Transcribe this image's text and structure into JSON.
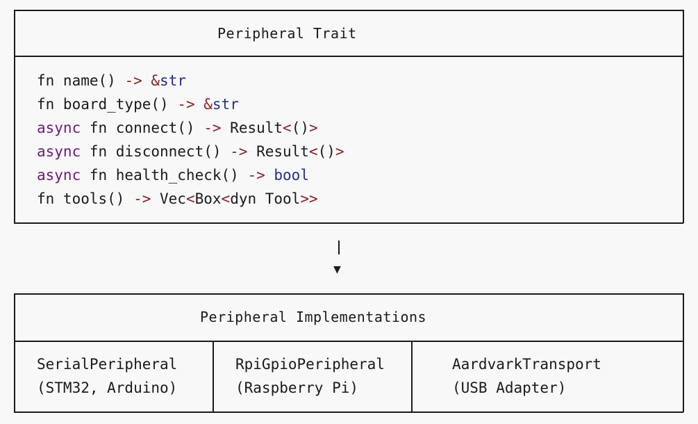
{
  "trait_box": {
    "title": "Peripheral Trait",
    "methods": [
      {
        "parts": [
          {
            "t": "fn name() "
          },
          {
            "t": "->",
            "c": "op"
          },
          {
            "t": " "
          },
          {
            "t": "&",
            "c": "op"
          },
          {
            "t": "str",
            "c": "ty"
          }
        ]
      },
      {
        "parts": [
          {
            "t": "fn board_type() "
          },
          {
            "t": "->",
            "c": "op"
          },
          {
            "t": " "
          },
          {
            "t": "&",
            "c": "op"
          },
          {
            "t": "str",
            "c": "ty"
          }
        ]
      },
      {
        "parts": [
          {
            "t": "async",
            "c": "kw"
          },
          {
            "t": " fn connect() "
          },
          {
            "t": "->",
            "c": "op"
          },
          {
            "t": " Result"
          },
          {
            "t": "<",
            "c": "op"
          },
          {
            "t": "()"
          },
          {
            "t": ">",
            "c": "op"
          }
        ]
      },
      {
        "parts": [
          {
            "t": "async",
            "c": "kw"
          },
          {
            "t": " fn disconnect() "
          },
          {
            "t": "->",
            "c": "op"
          },
          {
            "t": " Result"
          },
          {
            "t": "<",
            "c": "op"
          },
          {
            "t": "()"
          },
          {
            "t": ">",
            "c": "op"
          }
        ]
      },
      {
        "parts": [
          {
            "t": "async",
            "c": "kw"
          },
          {
            "t": " fn health_check() "
          },
          {
            "t": "->",
            "c": "op"
          },
          {
            "t": " "
          },
          {
            "t": "bool",
            "c": "ty"
          }
        ]
      },
      {
        "parts": [
          {
            "t": "fn tools() "
          },
          {
            "t": "->",
            "c": "op"
          },
          {
            "t": " Vec"
          },
          {
            "t": "<",
            "c": "op"
          },
          {
            "t": "Box"
          },
          {
            "t": "<",
            "c": "op"
          },
          {
            "t": "dyn Tool"
          },
          {
            "t": ">>",
            "c": "op"
          }
        ]
      }
    ]
  },
  "arrow": {
    "stem": "|",
    "head": "▼"
  },
  "impl_box": {
    "title": "Peripheral Implementations",
    "columns": [
      {
        "name": "SerialPeripheral",
        "detail": "(STM32, Arduino)"
      },
      {
        "name": "RpiGpioPeripheral",
        "detail": "(Raspberry Pi)"
      },
      {
        "name": "AardvarkTransport",
        "detail": "(USB Adapter)"
      }
    ]
  },
  "colors": {
    "keyword": "#6b1a7a",
    "operator": "#8a1f1f",
    "type": "#24308a",
    "text": "#1a1a1a",
    "background": "#f8f8f8"
  }
}
